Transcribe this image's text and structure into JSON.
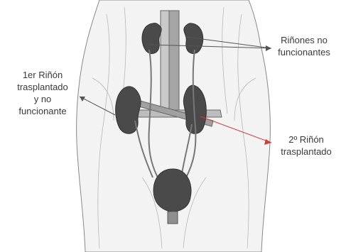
{
  "labels": {
    "non_functioning_kidneys": [
      "Riñones no",
      "funcionantes"
    ],
    "first_transplant": [
      "1er Riñón",
      "trasplantado",
      "y  no",
      "funcionante"
    ],
    "second_transplant": [
      "2º Riñón",
      "trasplantado"
    ]
  },
  "colors": {
    "kidney": "#4a4a4a",
    "vessel": "#9a9a9a",
    "outline": "#666666",
    "pointer_black": "#555555",
    "pointer_red": "#d43a3a",
    "text": "#3a3a3a"
  }
}
